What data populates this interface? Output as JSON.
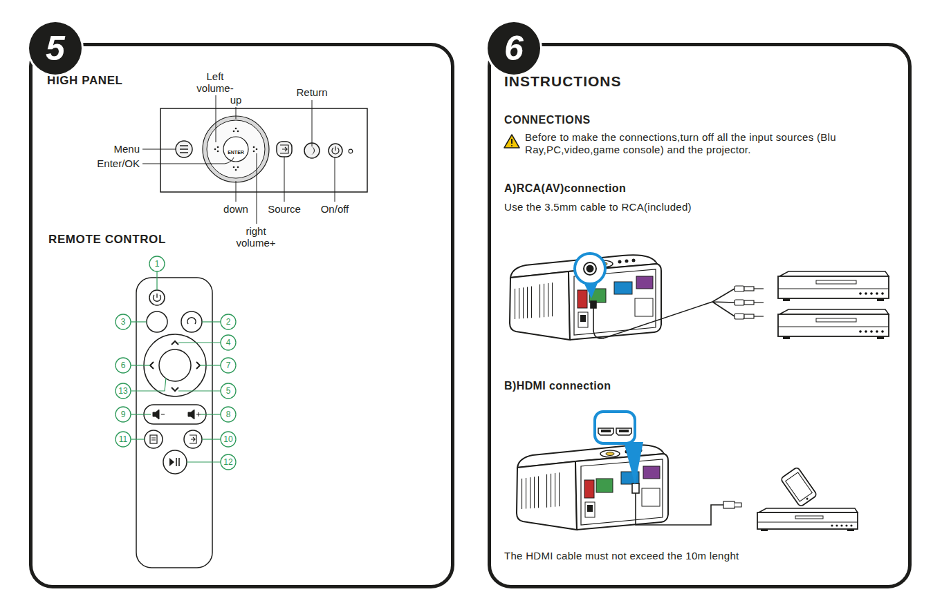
{
  "diagram": {
    "nodes": [
      {
        "text": [
          "HIGH PANEL",
          "REMOTE CONTROL"
        ]
      },
      {
        "text": [
          "5"
        ],
        "in": 0
      },
      {
        "text": [
          "INSTRUCTIONS",
          "CONNECTIONS",
          "Before to make the connections,turn off all the input sources (Blu Ray,PC,video,game console) and the projector.",
          "A)RCA(AV)connection",
          "Use the 3.5mm cable to RCA(included)",
          "B)HDMI connection",
          "The HDMI cable must not exceed the 10m lenght"
        ]
      },
      {
        "text": [
          "6"
        ],
        "in": 2
      }
    ],
    "edges": [],
    "labels": [
      "Left volume-",
      "up",
      "Return",
      "Menu",
      "Enter/OK",
      "ENTER",
      "down",
      "Source",
      "On/off",
      "right volume+",
      "1",
      "3",
      "2",
      "4",
      "6",
      "7",
      "13",
      "5",
      "9",
      "8",
      "11",
      "10",
      "12"
    ]
  }
}
